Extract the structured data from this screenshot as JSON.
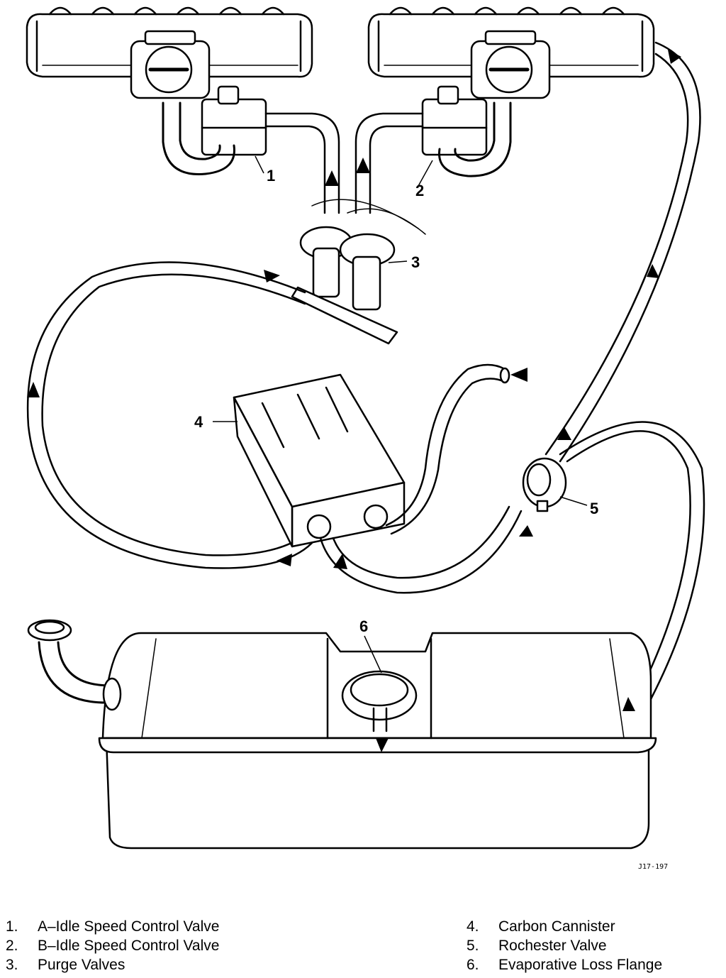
{
  "figure": {
    "reference_code": "J17-197",
    "callouts": [
      "1",
      "2",
      "3",
      "4",
      "5",
      "6"
    ]
  },
  "legend": {
    "left": [
      {
        "num": "1.",
        "label": "A–Idle Speed Control Valve"
      },
      {
        "num": "2.",
        "label": "B–Idle Speed Control Valve"
      },
      {
        "num": "3.",
        "label": "Purge Valves"
      }
    ],
    "right": [
      {
        "num": "4.",
        "label": "Carbon Cannister"
      },
      {
        "num": "5.",
        "label": "Rochester Valve"
      },
      {
        "num": "6.",
        "label": "Evaporative Loss Flange"
      }
    ]
  }
}
